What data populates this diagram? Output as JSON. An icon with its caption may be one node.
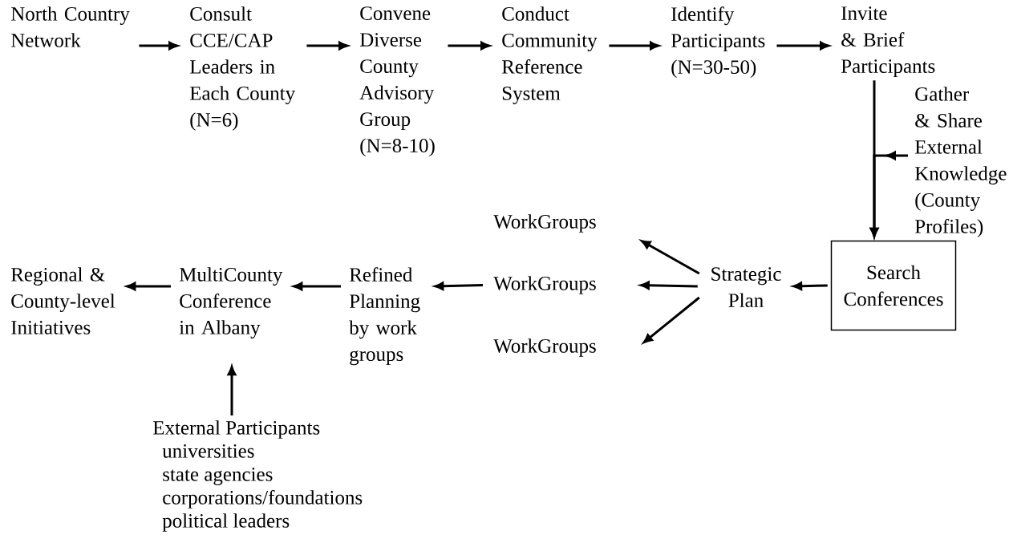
{
  "diagram": {
    "nodes": [
      {
        "text": [
          "North Country Network"
        ]
      },
      {
        "text": [
          "Consult CCE/CAP Leaders in Each County (N=6)"
        ]
      },
      {
        "text": [
          "Convene Diverse County Advisory Group (N=8-10)"
        ]
      },
      {
        "text": [
          "Conduct Community Reference System"
        ]
      },
      {
        "text": [
          "Identify Participants (N=30-50)"
        ]
      },
      {
        "text": [
          "Invite & Brief Participants"
        ]
      },
      {
        "text": [
          "Gather & Share External Knowledge (County Profiles)"
        ]
      },
      {
        "text": [
          "Search Conferences"
        ]
      },
      {
        "text": [
          "Strategic Plan"
        ]
      },
      {
        "text": [
          "WorkGroups"
        ]
      },
      {
        "text": [
          "WorkGroups"
        ]
      },
      {
        "text": [
          "WorkGroups"
        ]
      },
      {
        "text": [
          "Refined Planning by work groups"
        ]
      },
      {
        "text": [
          "MultiCounty Conference in Albany"
        ]
      },
      {
        "text": [
          "Regional & County-level Initiatives"
        ]
      },
      {
        "text": [
          "External Participants",
          "universities",
          "state agencies",
          "corporations/foundations",
          "political leaders"
        ]
      }
    ],
    "edges": [
      {
        "from": 0,
        "to": 1,
        "arrow": "to"
      },
      {
        "from": 1,
        "to": 2,
        "arrow": "to"
      },
      {
        "from": 2,
        "to": 3,
        "arrow": "to"
      },
      {
        "from": 3,
        "to": 4,
        "arrow": "to"
      },
      {
        "from": 4,
        "to": 5,
        "arrow": "to"
      },
      {
        "from": 5,
        "to": 7,
        "arrow": "to"
      },
      {
        "from": 6,
        "to": 7,
        "arrow": "to"
      },
      {
        "from": 7,
        "to": 8,
        "arrow": "to"
      },
      {
        "from": 8,
        "to": 9,
        "arrow": "to"
      },
      {
        "from": 8,
        "to": 10,
        "arrow": "to"
      },
      {
        "from": 8,
        "to": 11,
        "arrow": "to"
      },
      {
        "from": 10,
        "to": 12,
        "arrow": "to"
      },
      {
        "from": 12,
        "to": 13,
        "arrow": "to"
      },
      {
        "from": 13,
        "to": 14,
        "arrow": "to"
      },
      {
        "from": 15,
        "to": 13,
        "arrow": "to"
      }
    ]
  }
}
